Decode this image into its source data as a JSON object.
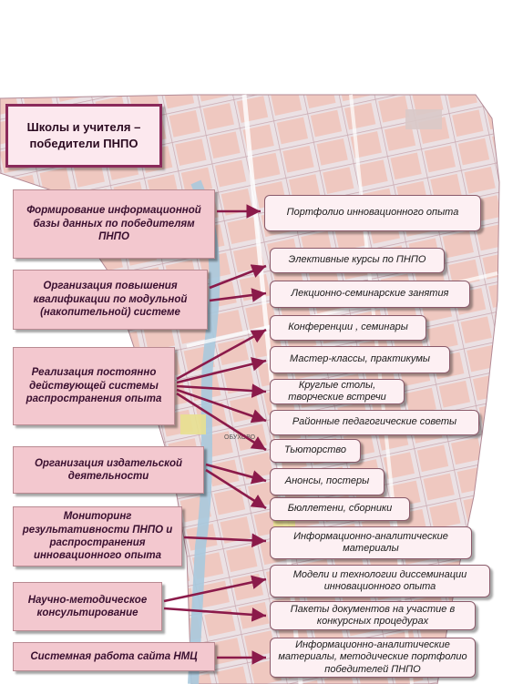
{
  "title": "Школы и учителя – победители ПНПО",
  "left": [
    "Формирование информационной базы данных по победителям ПНПО",
    "Организация повышения квалификации по модульной (накопительной) системе",
    "Реализация постоянно действующей системы распространения опыта",
    "Организация издательской деятельности",
    "Мониторинг результативности ПНПО и распространения инновационного опыта",
    "Научно-методическое консультирование",
    "Системная работа сайта НМЦ"
  ],
  "right": [
    "Портфолио инновационного опыта",
    "Элективные курсы по ПНПО",
    "Лекционно-семинарские занятия",
    "Конференции , семинары",
    "Мастер-классы, практикумы",
    "Круглые столы, творческие встречи",
    "Районные педагогические советы",
    "Тьюторство",
    "Анонсы, постеры",
    "Бюллетени, сборники",
    "Информационно-аналитические материалы",
    "Модели и технологии диссеминации инновационного опыта",
    "Пакеты документов на участие в конкурсных процедурах",
    "Информационно-аналитические материалы, методические портфолио победителей ПНПО"
  ],
  "map_labels": [
    "ОБУХОВО"
  ],
  "colors": {
    "arrow": "#8b1a4a",
    "left_fill": "#f3c8cf",
    "right_fill": "#fdf0f3",
    "title_border": "#8a2a5a"
  }
}
